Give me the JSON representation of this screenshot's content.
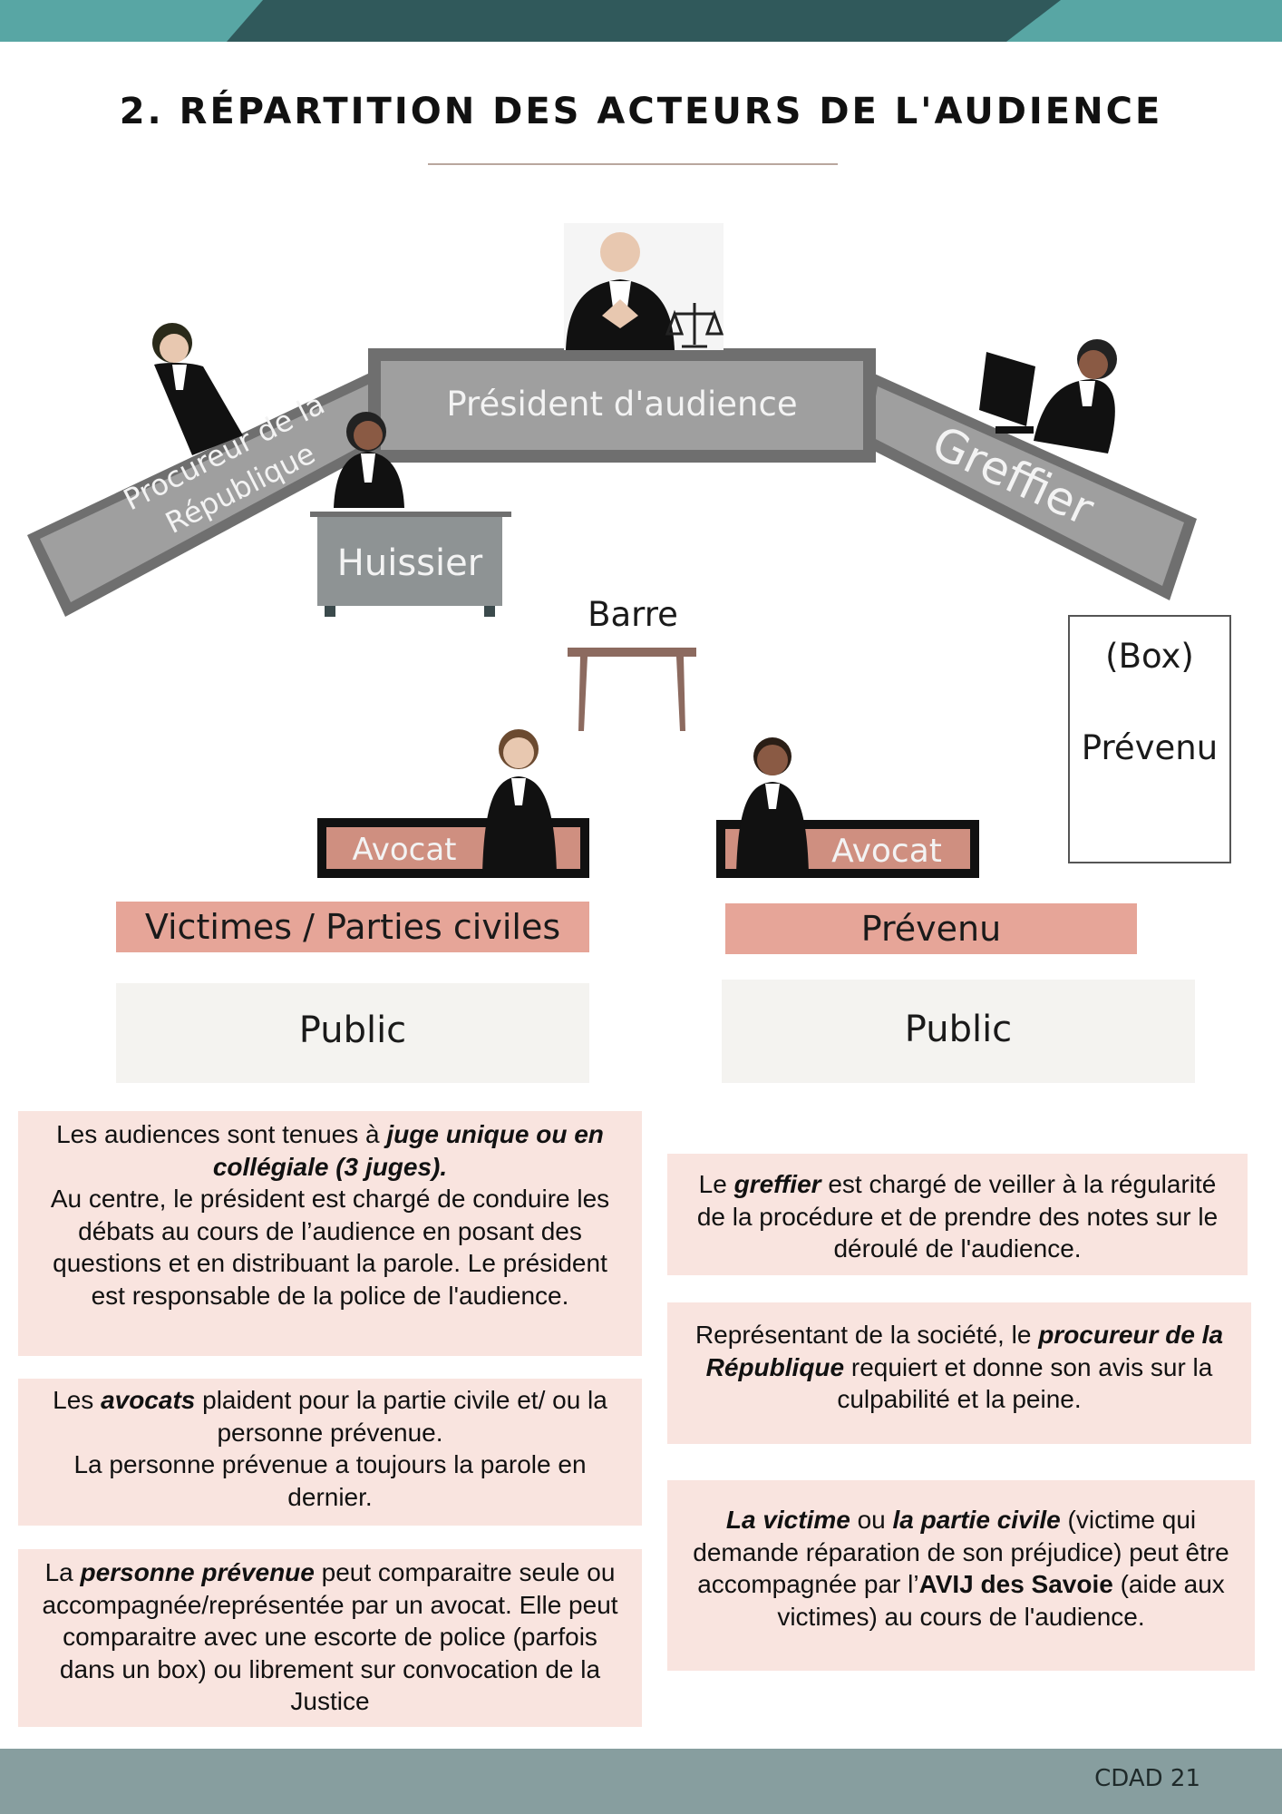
{
  "colors": {
    "teal_light": "#58a6a4",
    "teal_dark": "#30595b",
    "bench_gray": "#9f9f9f",
    "bench_border": "#6f6f6f",
    "band_pink": "#e6a598",
    "card_pink": "#f9e4df",
    "public_gray": "#f4f3f0",
    "footer": "#879e9f"
  },
  "header": {
    "title": "2. RÉPARTITION DES ACTEURS DE L'AUDIENCE"
  },
  "diagram": {
    "president_label": "Président d'audience",
    "procureur_label_line1": "Procureur de la",
    "procureur_label_line2": "République",
    "greffier_label": "Greffier",
    "huissier_label": "Huissier",
    "barre_label": "Barre",
    "box_label": "(Box)",
    "box_prevenu_label": "Prévenu",
    "avocat_left_label": "Avocat",
    "avocat_right_label": "Avocat",
    "victimes_band": "Victimes / Parties civiles",
    "prevenu_band": "Prévenu",
    "public_left": "Public",
    "public_right": "Public"
  },
  "cards": {
    "card1": {
      "t1": "Les audiences sont tenues à ",
      "e1": "juge unique ou en collégiale (3 juges).",
      "t2": "Au centre, le président est chargé de conduire les débats au cours de l’audience en posant des questions et en distribuant la parole. Le président est responsable de la police de l'audience."
    },
    "card2": {
      "t1": "Les ",
      "e1": "avocats",
      "t2": " plaident pour la partie civile et/ ou la personne prévenue.",
      "t3": "La personne prévenue a toujours la parole en dernier."
    },
    "card3": {
      "t1": "La ",
      "e1": "personne prévenue",
      "t2": " peut comparaitre seule ou accompagnée/représentée par un avocat. Elle peut comparaitre avec une escorte de police (parfois dans un box) ou librement sur convocation de la Justice"
    },
    "card4": {
      "t1": "Le ",
      "e1": "greffier",
      "t2": " est chargé de veiller à la régularité de la procédure et de prendre des notes sur le déroulé de l'audience."
    },
    "card5": {
      "t1": "Représentant de la société, le ",
      "e1": "procureur de la République",
      "t2": " requiert et donne son avis sur la culpabilité et la peine."
    },
    "card6": {
      "e1": "La victime",
      "t1": " ou ",
      "e2": "la partie civile",
      "t2": " (victime qui demande réparation de son préjudice) peut être accompagnée par l’",
      "s1": "AVIJ des Savoie",
      "t3": " (aide aux victimes) au cours de l'audience."
    }
  },
  "footer": {
    "text": "CDAD 21"
  }
}
